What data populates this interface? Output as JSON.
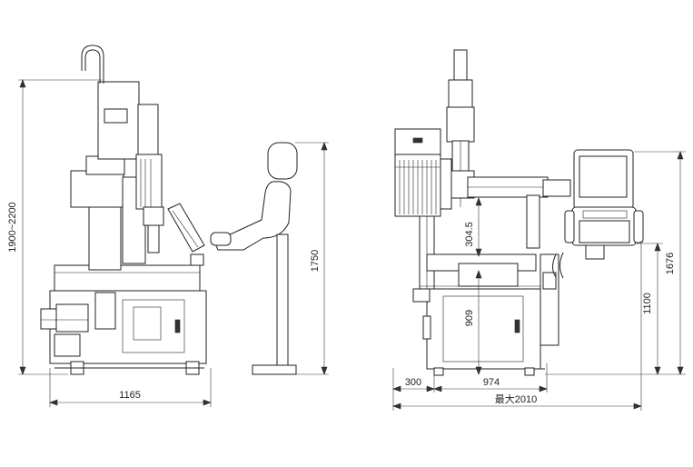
{
  "left_view": {
    "height_range_label": "1900~2200",
    "operator_height_label": "1750",
    "width_label": "1165"
  },
  "right_view": {
    "travel_label": "304.5",
    "table_height_label": "909",
    "left_offset_label": "300",
    "body_width_label": "974",
    "max_width_label": "最大2010",
    "screen_height_label": "1100",
    "total_height_label": "1676"
  }
}
